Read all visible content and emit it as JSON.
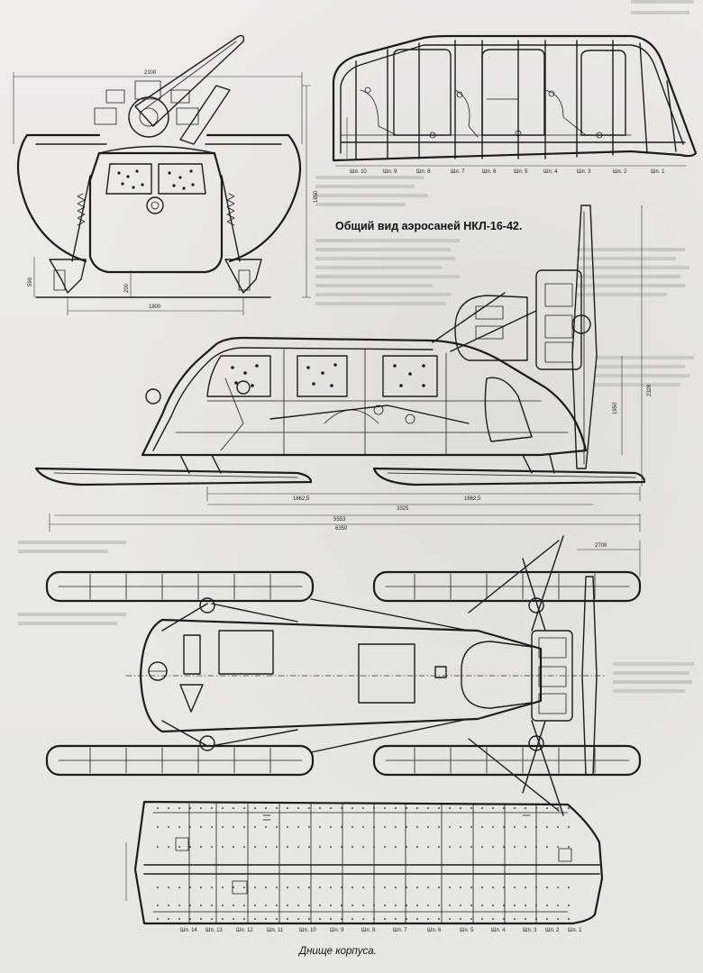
{
  "captions": {
    "general_view": "Общий вид аэросаней НКЛ-16-42.",
    "hull_bottom": "Днище корпуса."
  },
  "dimensions": {
    "front_width": "2100",
    "front_height": "1850",
    "front_track": "1800",
    "front_ski_height": "590",
    "front_ground": "200",
    "side_front_half": "1662,5",
    "side_rear_half": "1662,5",
    "side_base": "3325",
    "side_inner_length": "5553",
    "side_total_length": "6350",
    "side_height": "1950",
    "side_prop_height": "2328",
    "plan_width": "2700"
  },
  "frame_labels": [
    "Шп. 10",
    "Шп. 9",
    "Шп. 8",
    "Шп. 7",
    "Шп. 6",
    "Шп. 5",
    "Шп. 4",
    "Шп. 3",
    "Шп. 2",
    "Шп. 1"
  ],
  "bottom_labels": [
    "Шп. 14",
    "Шп. 13",
    "Шп. 12",
    "Шп. 11",
    "Шп. 10",
    "Шп. 9",
    "Шп. 8",
    "Шп. 7",
    "Шп. 6",
    "Шп. 5",
    "Шп. 4",
    "Шп. 3",
    "Шп. 2",
    "Шп. 1"
  ],
  "colors": {
    "ink": "#1c1c1c",
    "paper": "#e9e9e7"
  }
}
